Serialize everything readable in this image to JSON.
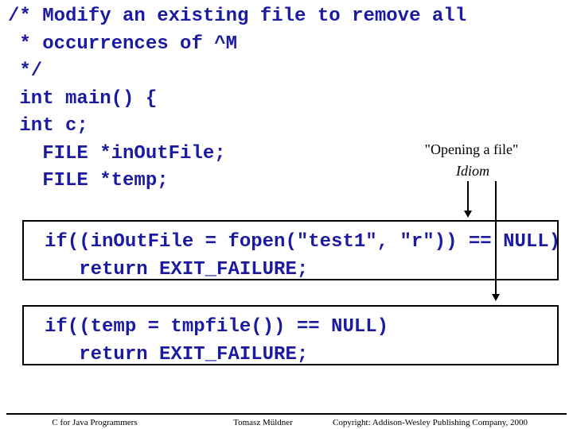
{
  "colors": {
    "code_blue": "#1b1ba1"
  },
  "code": {
    "top_block": "/* Modify an existing file to remove all\n * occurrences of ^M\n */\n int main() {\n int c;\n   FILE *inOutFile;\n   FILE *temp;",
    "box1": "if((inOutFile = fopen(\"test1\", \"r\")) == NULL)\n   return EXIT_FAILURE;",
    "box2": "if((temp = tmpfile()) == NULL)\n   return EXIT_FAILURE;"
  },
  "annotation": {
    "quote": "\"Opening a file\"",
    "idiom": "Idiom"
  },
  "footer": {
    "left": "C for Java Programmers",
    "center": "Tomasz Müldner",
    "right": "Copyright: Addison-Wesley Publishing Company, 2000"
  }
}
